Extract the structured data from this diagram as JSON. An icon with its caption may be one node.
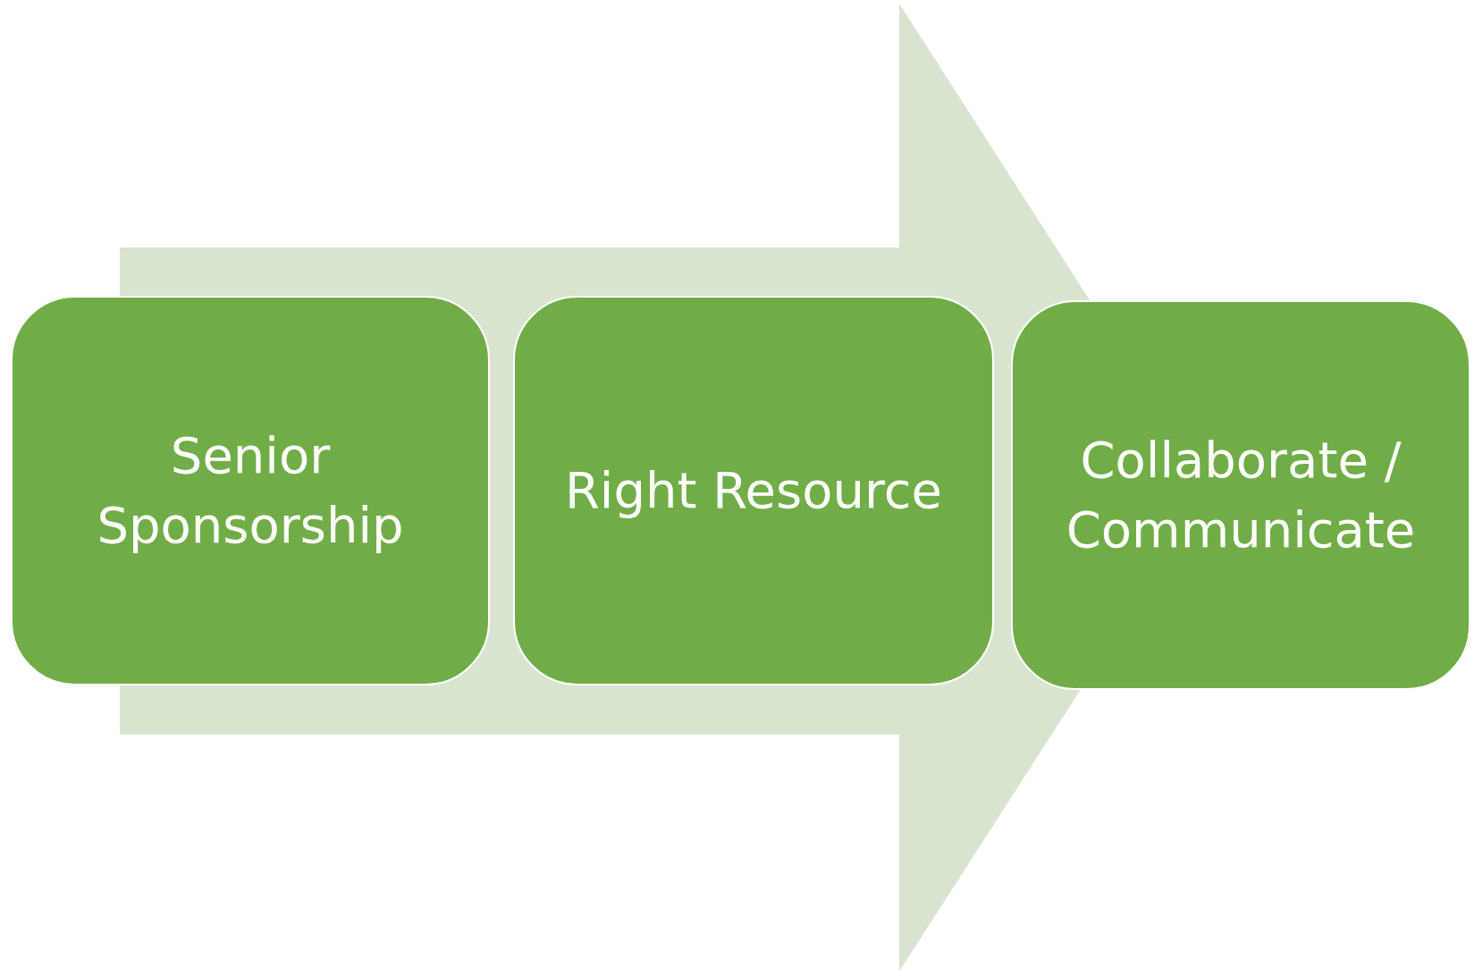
{
  "diagram": {
    "nodes": [
      {
        "text": [],
        "shape": "arrow"
      },
      {
        "text": [
          "Senior Sponsorship"
        ]
      },
      {
        "text": [
          "Right Resource"
        ],
        "in": 0
      },
      {
        "text": [
          "Collaborate / Communicate"
        ]
      }
    ]
  }
}
